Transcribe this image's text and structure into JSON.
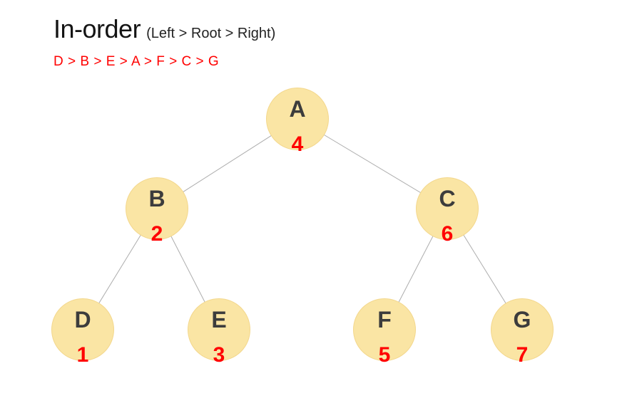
{
  "header": {
    "title": "In-order",
    "subtitle": "(Left > Root > Right)",
    "sequence": "D > B > E > A > F > C > G"
  },
  "colors": {
    "node_fill": "#fae5a4",
    "node_border": "#f3d78c",
    "node_letter": "#3c3c3c",
    "order_number": "#ff0000",
    "edge_line": "#adadad",
    "title_text": "#141414",
    "background": "#ffffff"
  },
  "tree": {
    "traversal_type": "in-order",
    "nodes": [
      {
        "id": "A",
        "label": "A",
        "order": "4",
        "role": "root"
      },
      {
        "id": "B",
        "label": "B",
        "order": "2",
        "role": "left-child-of-A"
      },
      {
        "id": "C",
        "label": "C",
        "order": "6",
        "role": "right-child-of-A"
      },
      {
        "id": "D",
        "label": "D",
        "order": "1",
        "role": "left-child-of-B"
      },
      {
        "id": "E",
        "label": "E",
        "order": "3",
        "role": "right-child-of-B"
      },
      {
        "id": "F",
        "label": "F",
        "order": "5",
        "role": "left-child-of-C"
      },
      {
        "id": "G",
        "label": "G",
        "order": "7",
        "role": "right-child-of-C"
      }
    ],
    "edges": [
      [
        "A",
        "B"
      ],
      [
        "A",
        "C"
      ],
      [
        "B",
        "D"
      ],
      [
        "B",
        "E"
      ],
      [
        "C",
        "F"
      ],
      [
        "C",
        "G"
      ]
    ]
  }
}
